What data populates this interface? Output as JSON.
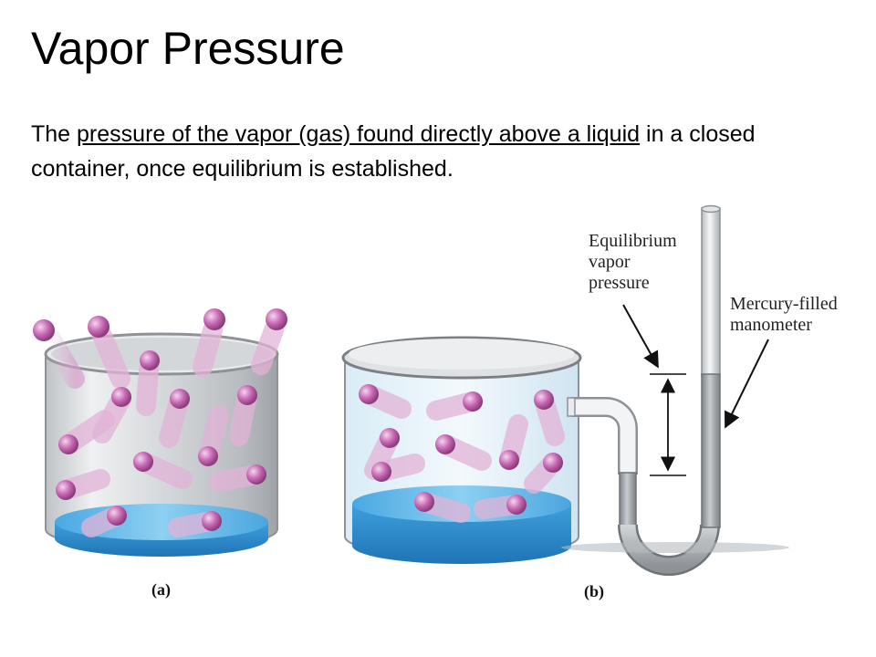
{
  "slide": {
    "title": "Vapor Pressure",
    "definition": {
      "prefix": "The ",
      "underlined": "pressure of the vapor (gas) found directly above a liquid",
      "suffix": " in a closed container, once equilibrium is established."
    }
  },
  "figure": {
    "labels": {
      "equilibrium_line1": "Equilibrium",
      "equilibrium_line2": "vapor",
      "equilibrium_line3": "pressure",
      "manometer_line1": "Mercury-filled",
      "manometer_line2": "manometer",
      "panel_a": "(a)",
      "panel_b": "(b)"
    },
    "colors": {
      "molecule": "#c868b4",
      "liquid": "#3a9ad8",
      "mercury": "#9aa0a6",
      "container": "#c8ccd0"
    }
  }
}
